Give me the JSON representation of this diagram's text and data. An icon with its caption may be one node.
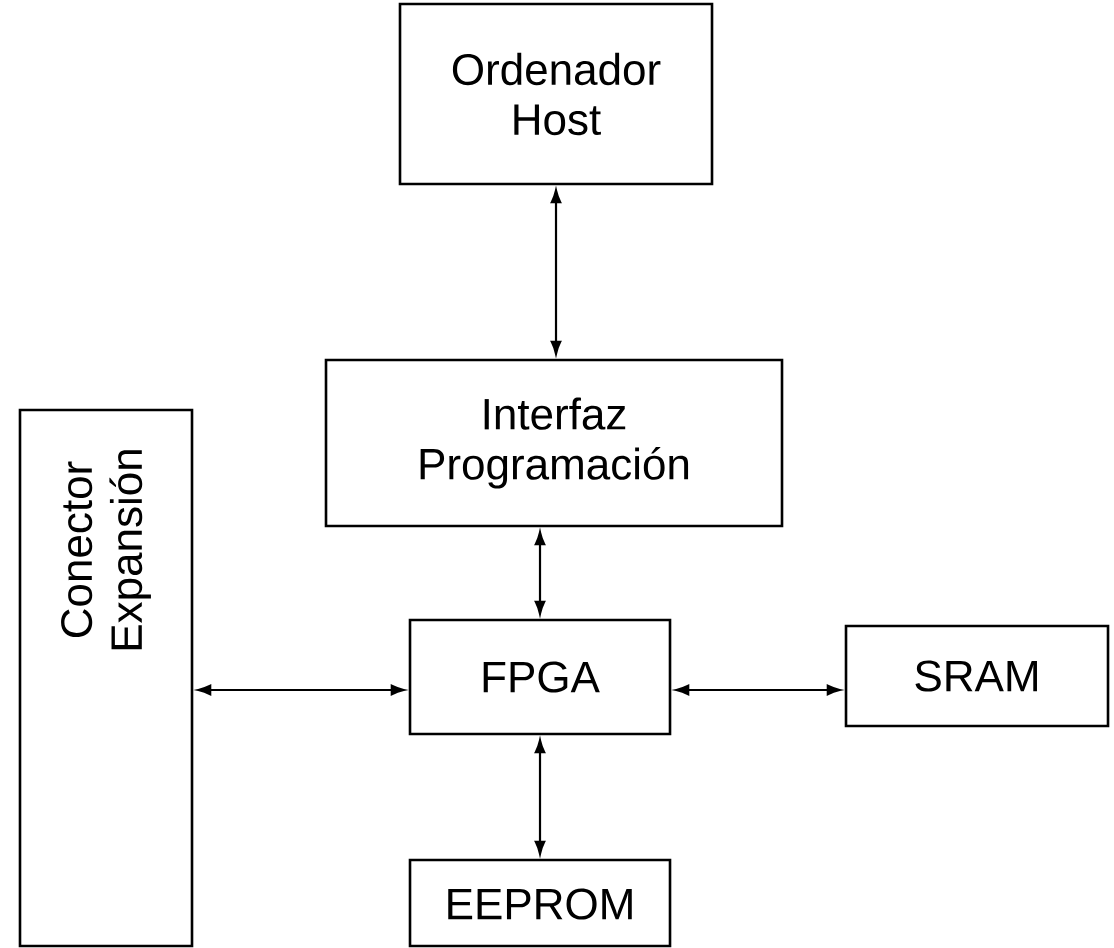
{
  "diagram": {
    "nodes": [
      {
        "text": [
          "Ordenador Host"
        ]
      },
      {
        "text": [
          "Interfaz Programación"
        ]
      },
      {
        "text": [
          "Conector Expansión"
        ]
      },
      {
        "text": [
          "FPGA"
        ]
      },
      {
        "text": [
          "SRAM"
        ]
      },
      {
        "text": [
          "EEPROM"
        ]
      }
    ],
    "edges": [
      {
        "from": 0,
        "to": 1,
        "arrow": "both"
      },
      {
        "from": 1,
        "to": 3,
        "arrow": "both"
      },
      {
        "from": 2,
        "to": 3,
        "arrow": "both"
      },
      {
        "from": 3,
        "to": 4,
        "arrow": "both"
      },
      {
        "from": 3,
        "to": 5,
        "arrow": "both"
      }
    ]
  }
}
